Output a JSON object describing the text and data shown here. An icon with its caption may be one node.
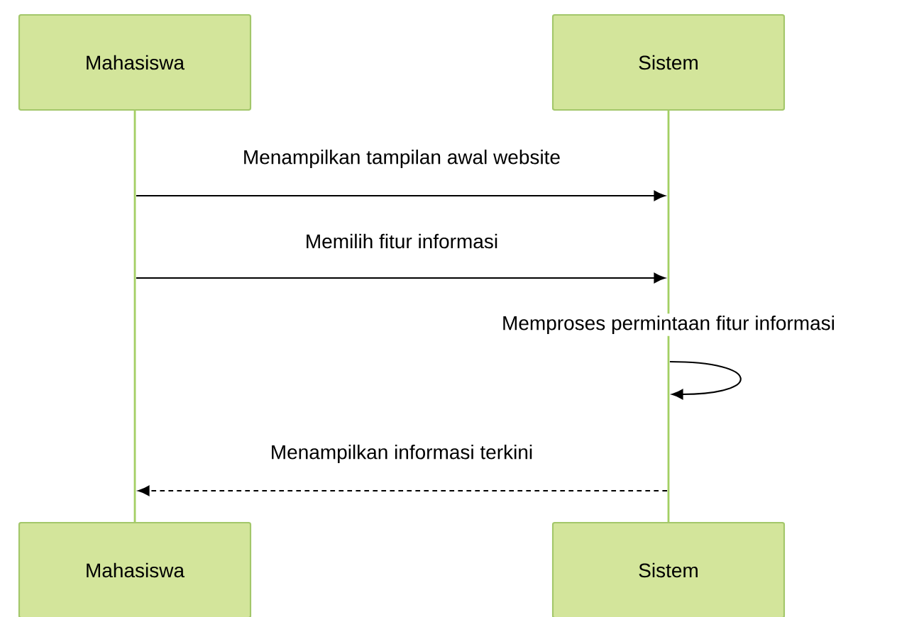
{
  "diagram": {
    "nodes": [
      {
        "text": [
          "Mahasiswa"
        ]
      },
      {
        "text": [
          "Sistem"
        ]
      },
      {
        "text": [],
        "shape": "bar"
      },
      {
        "text": [],
        "shape": "bar"
      },
      {
        "text": [
          "Mahasiswa"
        ]
      },
      {
        "text": [
          "Sistem"
        ]
      }
    ],
    "edges": [
      {
        "from": 2,
        "to": 3,
        "arrow": "to",
        "label": "Menampilkan tampilan awal website"
      },
      {
        "from": 2,
        "to": 3,
        "arrow": "to",
        "label": "Memilih fitur informasi"
      },
      {
        "from": 3,
        "to": 3,
        "arrow": "to",
        "label": "Memproses permintaan fitur informasi"
      },
      {
        "from": 3,
        "to": 2,
        "arrow": "to",
        "label": "Menampilkan informasi terkini",
        "style": "dashed"
      }
    ]
  }
}
